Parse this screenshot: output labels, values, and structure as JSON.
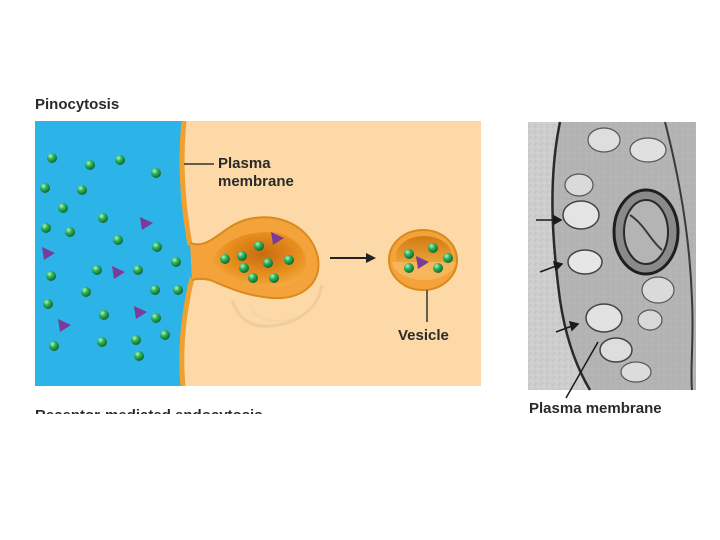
{
  "labels": {
    "title": "Pinocytosis",
    "plasma_membrane": "Plasma membrane",
    "vesicle": "Vesicle",
    "micrograph_membrane": "Plasma membrane",
    "next_section_cut": "Receptor-mediated endocytosis"
  },
  "colors": {
    "extracellular": "#2cb4e8",
    "cytoplasm": "#fcd9a6",
    "membrane": "#f0a030",
    "membrane_dark": "#d98a1c",
    "pocket_inner": "#e68a1a",
    "particle_green": "#1e9a48",
    "particle_purple": "#7a3c9a"
  },
  "icons": [
    "arrow-right-icon",
    "green-particle-icon",
    "purple-triangle-icon"
  ]
}
